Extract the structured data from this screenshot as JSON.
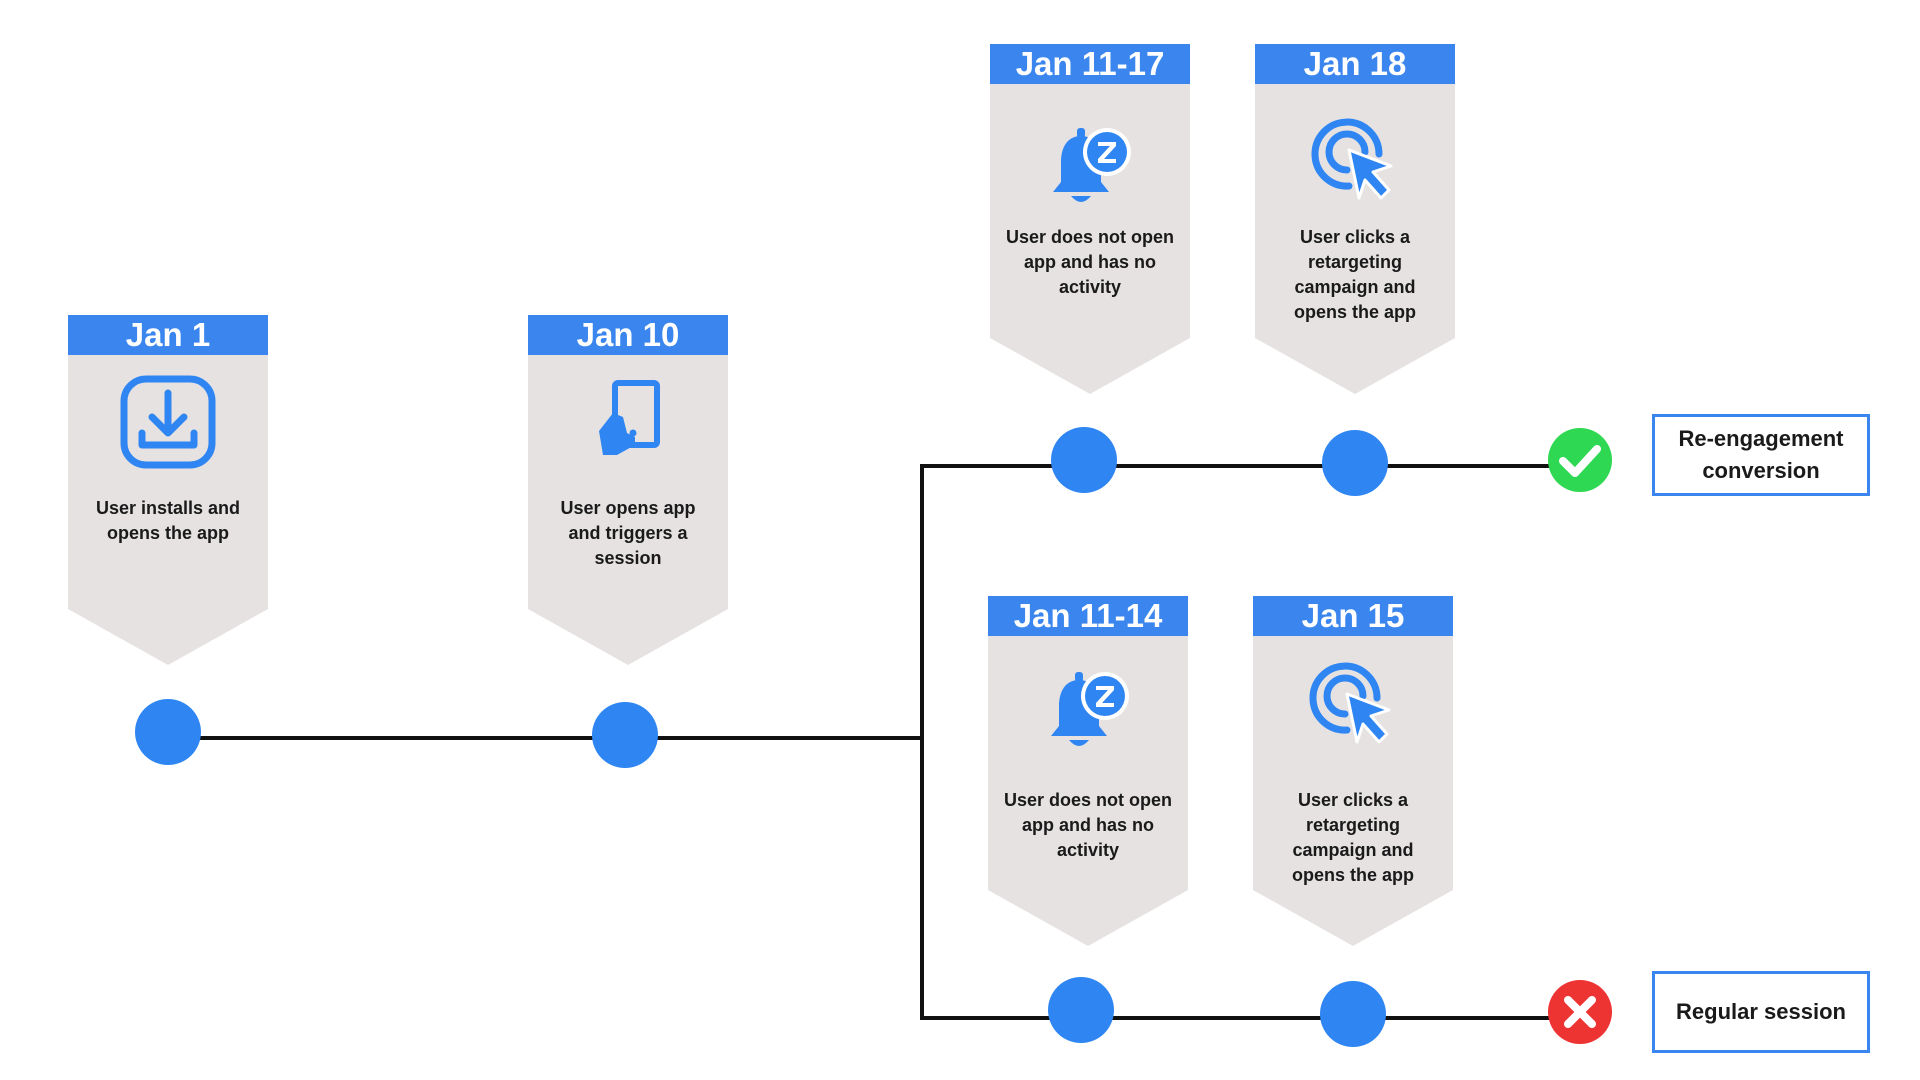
{
  "colors": {
    "accent": "#3b86ee",
    "node": "#2f86f2",
    "card_bg": "#e6e2e2",
    "line": "#111111",
    "success": "#2fd853",
    "failure": "#ee3333"
  },
  "start": [
    {
      "date": "Jan 1",
      "icon": "download-icon",
      "text": "User installs and opens the app"
    },
    {
      "date": "Jan 10",
      "icon": "tablet-tap-icon",
      "text": "User opens app and triggers a session"
    }
  ],
  "branches": [
    {
      "steps": [
        {
          "date": "Jan 11-17",
          "icon": "sleeping-bell-icon",
          "text": "User does not open app and has no activity"
        },
        {
          "date": "Jan 18",
          "icon": "click-target-icon",
          "text": "User clicks a retargeting campaign and opens the app"
        }
      ],
      "status_icon": "checkmark-icon",
      "outcome": "Re-engagement conversion"
    },
    {
      "steps": [
        {
          "date": "Jan 11-14",
          "icon": "sleeping-bell-icon",
          "text": "User does not open app and has no activity"
        },
        {
          "date": "Jan 15",
          "icon": "click-target-icon",
          "text": "User clicks a retargeting campaign and opens the app"
        }
      ],
      "status_icon": "cross-icon",
      "outcome": "Regular session"
    }
  ]
}
